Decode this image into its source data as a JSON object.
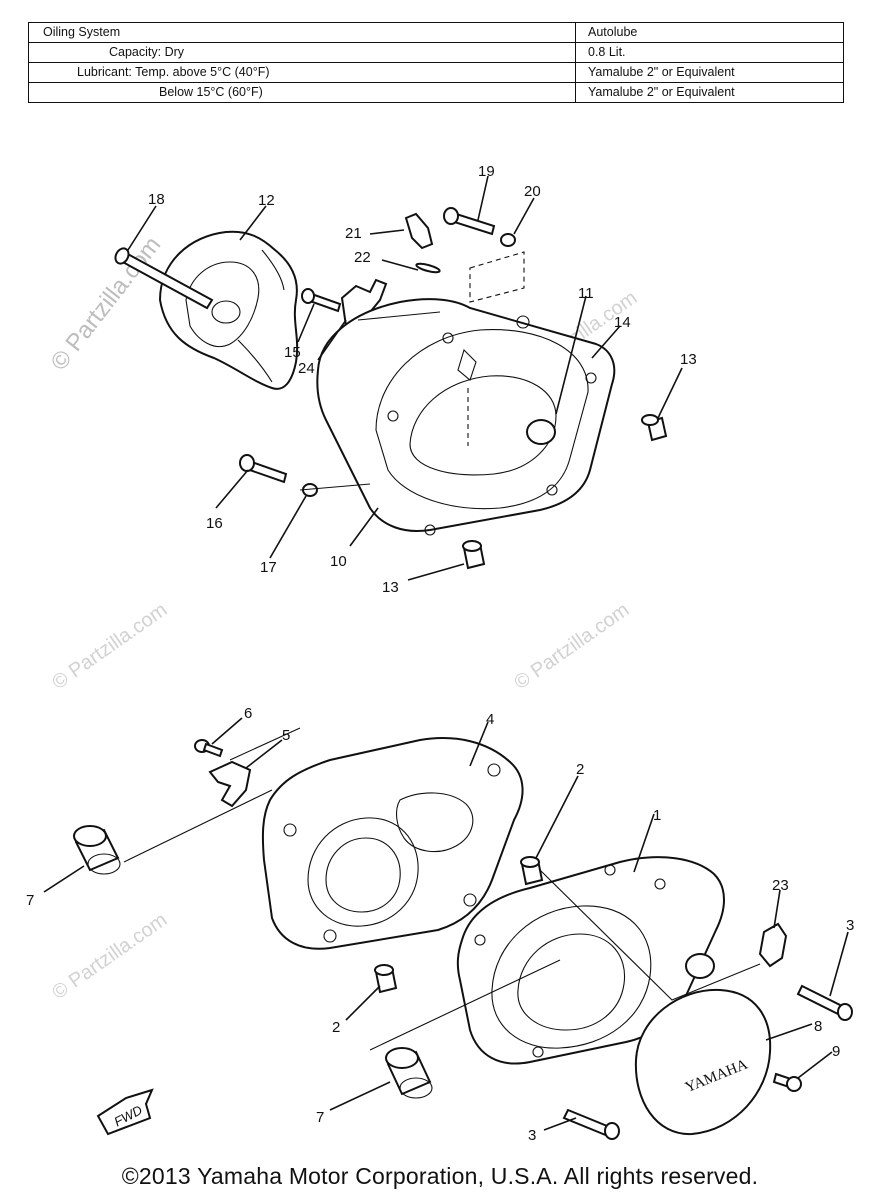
{
  "spec_table": {
    "rows": [
      {
        "label": "Oiling System",
        "value": "Autolube"
      },
      {
        "label": "Capacity: Dry",
        "value": "0.8 Lit."
      },
      {
        "label": "Lubricant: Temp. above 5°C (40°F)",
        "value": "Yamalube 2\" or Equivalent"
      },
      {
        "label": "Below 15°C (60°F)",
        "value": "Yamalube 2\" or Equivalent"
      }
    ]
  },
  "watermark": {
    "main": "© Partzilla.com",
    "small": "© Partzilla.com"
  },
  "callouts": {
    "c1": "1",
    "c2a": "2",
    "c2b": "2",
    "c3a": "3",
    "c3b": "3",
    "c4": "4",
    "c5": "5",
    "c6": "6",
    "c7a": "7",
    "c7b": "7",
    "c8": "8",
    "c9": "9",
    "c10": "10",
    "c11": "11",
    "c12": "12",
    "c13a": "13",
    "c13b": "13",
    "c14": "14",
    "c15": "15",
    "c16": "16",
    "c17": "17",
    "c18": "18",
    "c19": "19",
    "c20": "20",
    "c21": "21",
    "c22": "22",
    "c23": "23",
    "c24": "24"
  },
  "cover_text": "YAMAHA",
  "fwd_label": "FWD",
  "copyright": "©2013 Yamaha Motor Corporation, U.S.A. All rights reserved."
}
